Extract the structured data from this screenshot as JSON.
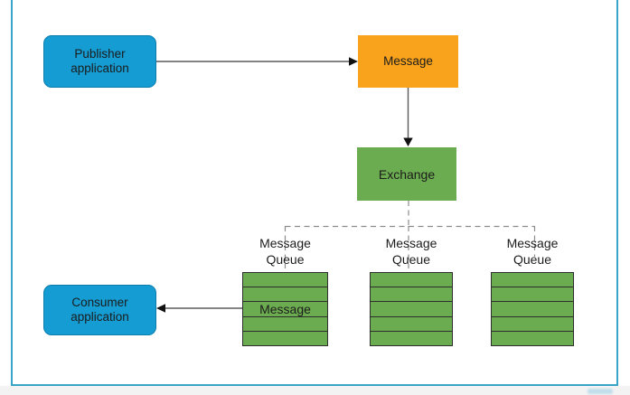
{
  "colors": {
    "frame_blue": "#3aa3c8",
    "app_blue": "#149cd3",
    "app_blue_border": "#0b7dad",
    "message_orange": "#f9a21b",
    "queue_green": "#6cac50",
    "solid_line": "#5a5a5a",
    "arrowhead": "#111111",
    "dashed_line": "#8c8c8c",
    "text": "#1c1c1c"
  },
  "nodes": {
    "publisher": {
      "label": "Publisher application"
    },
    "message": {
      "label": "Message"
    },
    "exchange": {
      "label": "Exchange"
    },
    "consumer": {
      "label": "Consumer application"
    }
  },
  "queues": [
    {
      "label": "Message Queue",
      "rows": 5,
      "message": "Message",
      "message_row": 3
    },
    {
      "label": "Message Queue",
      "rows": 5
    },
    {
      "label": "Message Queue",
      "rows": 5
    }
  ]
}
